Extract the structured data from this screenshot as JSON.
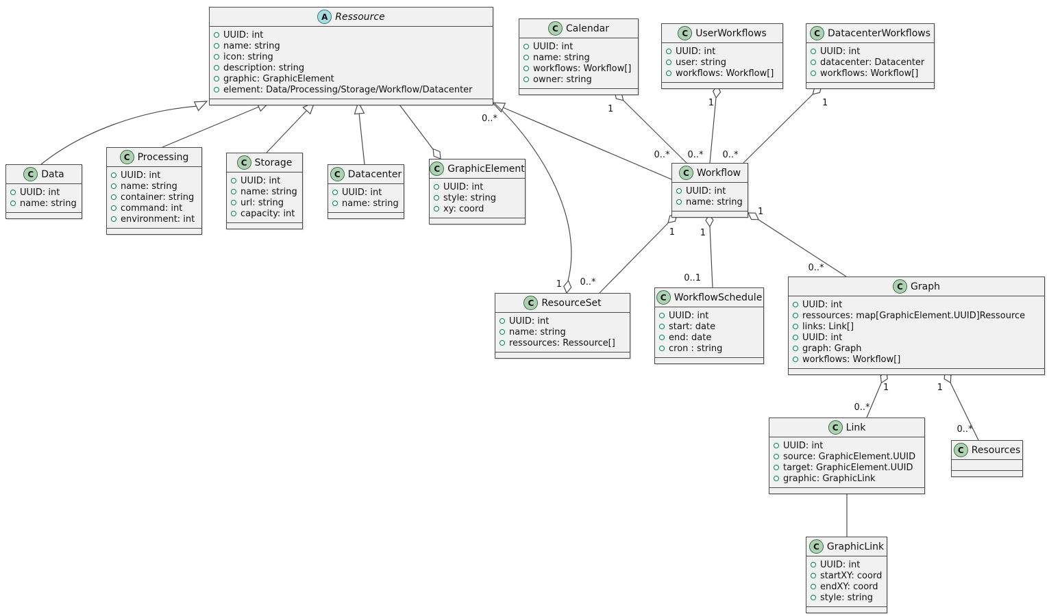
{
  "diagram": {
    "type": "uml-class-diagram",
    "classes": [
      {
        "name": "Ressource",
        "stereotype": "A",
        "kind": "abstract class",
        "attributes": [
          "UUID: int",
          "name: string",
          "icon: string",
          "description: string",
          "graphic: GraphicElement",
          "element: Data/Processing/Storage/Workflow/Datacenter"
        ]
      },
      {
        "name": "Calendar",
        "stereotype": "C",
        "kind": "class",
        "attributes": [
          "UUID: int",
          "name: string",
          "workflows: Workflow[]",
          "owner: string"
        ]
      },
      {
        "name": "UserWorkflows",
        "stereotype": "C",
        "kind": "class",
        "attributes": [
          "UUID: int",
          "user: string",
          "workflows: Workflow[]"
        ]
      },
      {
        "name": "DatacenterWorkflows",
        "stereotype": "C",
        "kind": "class",
        "attributes": [
          "UUID: int",
          "datacenter: Datacenter",
          "workflows: Workflow[]"
        ]
      },
      {
        "name": "Data",
        "stereotype": "C",
        "kind": "class",
        "attributes": [
          "UUID: int",
          "name: string"
        ]
      },
      {
        "name": "Processing",
        "stereotype": "C",
        "kind": "class",
        "attributes": [
          "UUID: int",
          "name: string",
          "container: string",
          "command: int",
          "environment: int"
        ]
      },
      {
        "name": "Storage",
        "stereotype": "C",
        "kind": "class",
        "attributes": [
          "UUID: int",
          "name: string",
          "url: string",
          "capacity: int"
        ]
      },
      {
        "name": "Datacenter",
        "stereotype": "C",
        "kind": "class",
        "attributes": [
          "UUID: int",
          "name: string"
        ]
      },
      {
        "name": "GraphicElement",
        "stereotype": "C",
        "kind": "class",
        "attributes": [
          "UUID: int",
          "style: string",
          "xy: coord"
        ]
      },
      {
        "name": "Workflow",
        "stereotype": "C",
        "kind": "class",
        "attributes": [
          "UUID: int",
          "name: string"
        ]
      },
      {
        "name": "ResourceSet",
        "stereotype": "C",
        "kind": "class",
        "attributes": [
          "UUID: int",
          "name: string",
          "ressources: Ressource[]"
        ]
      },
      {
        "name": "WorkflowSchedule",
        "stereotype": "C",
        "kind": "class",
        "attributes": [
          "UUID: int",
          "start: date",
          "end: date",
          "cron : string"
        ]
      },
      {
        "name": "Graph",
        "stereotype": "C",
        "kind": "class",
        "attributes": [
          "UUID: int",
          "ressources: map[GraphicElement.UUID]Ressource",
          "links: Link[]",
          "UUID: int",
          "graph: Graph",
          "workflows: Workflow[]"
        ]
      },
      {
        "name": "Link",
        "stereotype": "C",
        "kind": "class",
        "attributes": [
          "UUID: int",
          "source: GraphicElement.UUID",
          "target: GraphicElement.UUID",
          "graphic: GraphicLink"
        ]
      },
      {
        "name": "Resources",
        "stereotype": "C",
        "kind": "class",
        "attributes": []
      },
      {
        "name": "GraphicLink",
        "stereotype": "C",
        "kind": "class",
        "attributes": [
          "UUID: int",
          "startXY: coord",
          "endXY: coord",
          "style: string"
        ]
      }
    ],
    "relations": [
      {
        "from": "Data",
        "to": "Ressource",
        "type": "generalization"
      },
      {
        "from": "Processing",
        "to": "Ressource",
        "type": "generalization"
      },
      {
        "from": "Storage",
        "to": "Ressource",
        "type": "generalization"
      },
      {
        "from": "Datacenter",
        "to": "Ressource",
        "type": "generalization"
      },
      {
        "from": "Workflow",
        "to": "Ressource",
        "type": "generalization"
      },
      {
        "from": "GraphicElement",
        "to": "Ressource",
        "type": "aggregation",
        "diamond_at": "GraphicElement"
      },
      {
        "from": "ResourceSet",
        "to": "Ressource",
        "type": "aggregation",
        "diamond_at": "ResourceSet",
        "m_diamond": "1",
        "m_far": "0..*"
      },
      {
        "from": "Calendar",
        "to": "Workflow",
        "type": "aggregation",
        "diamond_at": "Calendar",
        "m_diamond": "1",
        "m_far": "0..*"
      },
      {
        "from": "UserWorkflows",
        "to": "Workflow",
        "type": "aggregation",
        "diamond_at": "UserWorkflows",
        "m_diamond": "1",
        "m_far": "0..*"
      },
      {
        "from": "DatacenterWorkflows",
        "to": "Workflow",
        "type": "aggregation",
        "diamond_at": "DatacenterWorkflows",
        "m_diamond": "1",
        "m_far": "0..*"
      },
      {
        "from": "Workflow",
        "to": "ResourceSet",
        "type": "aggregation",
        "diamond_at": "Workflow",
        "m_diamond": "1",
        "m_far": "0..*"
      },
      {
        "from": "Workflow",
        "to": "WorkflowSchedule",
        "type": "aggregation",
        "diamond_at": "Workflow",
        "m_diamond": "1",
        "m_far": "0..1"
      },
      {
        "from": "Workflow",
        "to": "Graph",
        "type": "aggregation",
        "diamond_at": "Workflow",
        "m_diamond": "1",
        "m_far": "0..*"
      },
      {
        "from": "Graph",
        "to": "Link",
        "type": "aggregation",
        "diamond_at": "Graph",
        "m_diamond": "1",
        "m_far": "0..*"
      },
      {
        "from": "Graph",
        "to": "Resources",
        "type": "aggregation",
        "diamond_at": "Graph",
        "m_diamond": "1",
        "m_far": "0..*"
      },
      {
        "from": "Link",
        "to": "GraphicLink",
        "type": "association"
      }
    ],
    "colors": {
      "class_background": "#F1F1F1",
      "class_border": "#4A4A4A",
      "class_icon_background": "#ADD1B2",
      "abstract_icon_background": "#A9DCDF",
      "field_icon_green": "#038048",
      "edge": "#4A4A4A",
      "page_background": "#FFFFFF"
    }
  }
}
